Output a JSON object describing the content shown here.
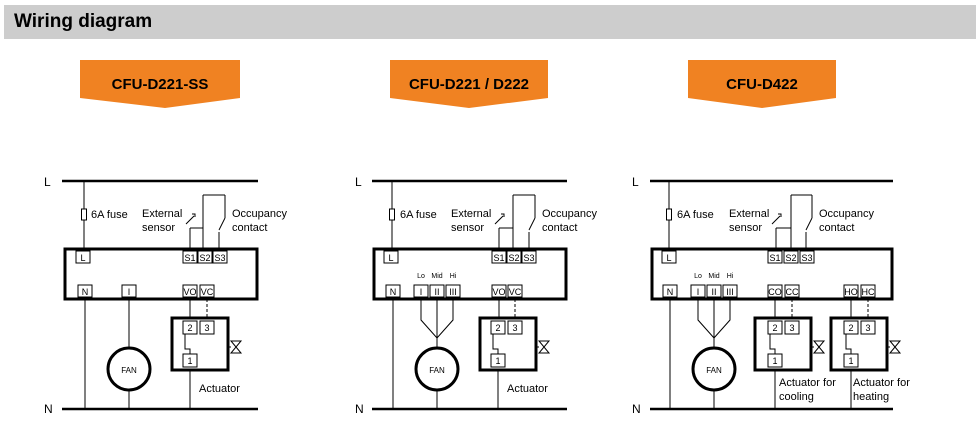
{
  "title": "Wiring diagram",
  "colors": {
    "accent": "#F08222",
    "title_bar": "#CDCDCD",
    "line": "#000000"
  },
  "diagrams": [
    {
      "model": "CFU-D221-SS",
      "rail_top": "L",
      "rail_bottom": "N",
      "fuse": "6A fuse",
      "sensor": [
        "External",
        "sensor"
      ],
      "contact": [
        "Occupancy",
        "contact"
      ],
      "terminals_top": {
        "l": "L",
        "s1": "S1",
        "s2": "S2",
        "s3": "S3"
      },
      "terminals_bottom": {
        "n": "N",
        "fan": [
          "I"
        ],
        "vo": "VO",
        "vc": "VC"
      },
      "fan": "FAN",
      "actuators": [
        {
          "t2": "2",
          "t3": "3",
          "t1": "1",
          "label": [
            "Actuator"
          ]
        }
      ]
    },
    {
      "model": "CFU-D221 / D222",
      "rail_top": "L",
      "rail_bottom": "N",
      "fuse": "6A fuse",
      "sensor": [
        "External",
        "sensor"
      ],
      "contact": [
        "Occupancy",
        "contact"
      ],
      "terminals_top": {
        "l": "L",
        "s1": "S1",
        "s2": "S2",
        "s3": "S3"
      },
      "terminals_bottom": {
        "n": "N",
        "fan": [
          "I",
          "II",
          "III"
        ],
        "fan_speeds": [
          "Lo",
          "Mid",
          "Hi"
        ],
        "vo": "VO",
        "vc": "VC"
      },
      "fan": "FAN",
      "actuators": [
        {
          "t2": "2",
          "t3": "3",
          "t1": "1",
          "label": [
            "Actuator"
          ]
        }
      ]
    },
    {
      "model": "CFU-D422",
      "rail_top": "L",
      "rail_bottom": "N",
      "fuse": "6A fuse",
      "sensor": [
        "External",
        "sensor"
      ],
      "contact": [
        "Occupancy",
        "contact"
      ],
      "terminals_top": {
        "l": "L",
        "s1": "S1",
        "s2": "S2",
        "s3": "S3"
      },
      "terminals_bottom": {
        "n": "N",
        "fan": [
          "I",
          "II",
          "III"
        ],
        "fan_speeds": [
          "Lo",
          "Mid",
          "Hi"
        ],
        "co": "CO",
        "cc": "CC",
        "ho": "HO",
        "hc": "HC"
      },
      "fan": "FAN",
      "actuators": [
        {
          "t2": "2",
          "t3": "3",
          "t1": "1",
          "label": [
            "Actuator for",
            "cooling"
          ]
        },
        {
          "t2": "2",
          "t3": "3",
          "t1": "1",
          "label": [
            "Actuator for",
            "heating"
          ]
        }
      ]
    }
  ]
}
